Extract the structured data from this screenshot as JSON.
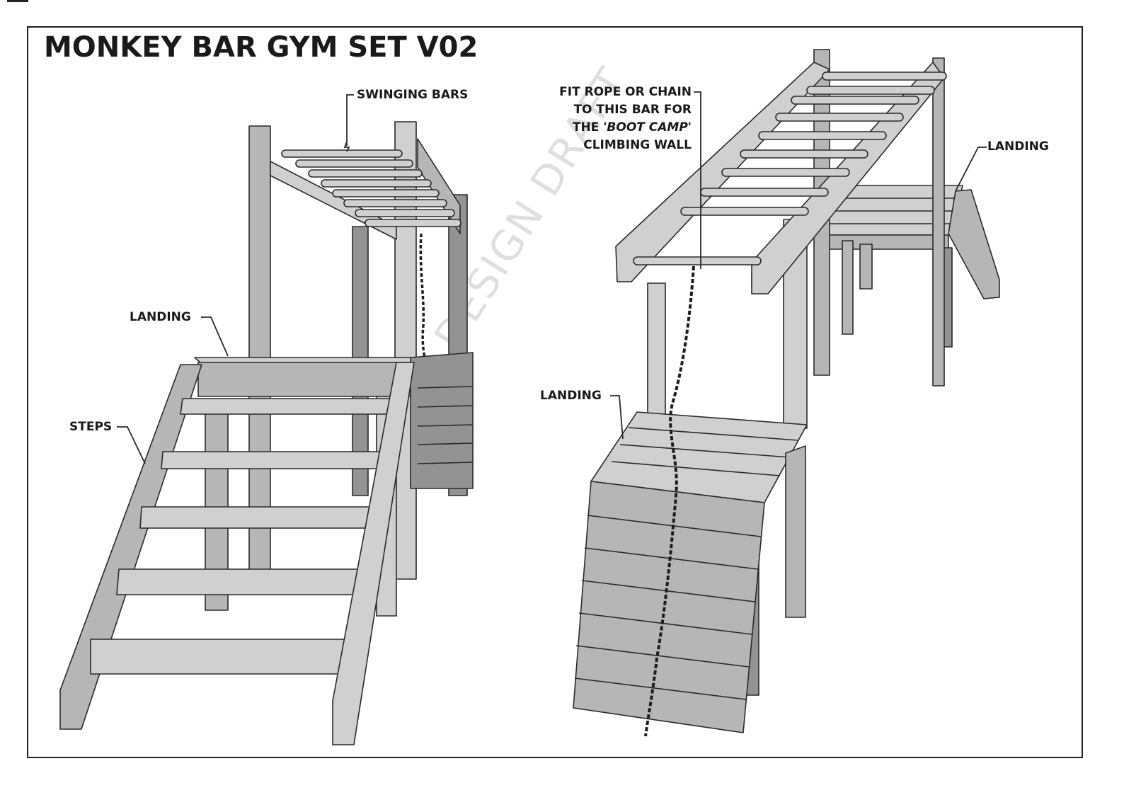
{
  "title": "MONKEY BAR GYM SET V02",
  "labels": {
    "swinging_bars": "SWINGING BARS",
    "landing_left": "LANDING",
    "steps": "STEPS",
    "rope_note": {
      "line1": "FIT ROPE OR CHAIN",
      "line2": "TO THIS BAR FOR",
      "line3_pre": "THE ",
      "line3_em": "'BOOT CAMP'",
      "line4": "CLIMBING WALL"
    },
    "landing_right_top": "LANDING",
    "landing_right_mid": "LANDING"
  },
  "watermark": "DESIGN DRAFT",
  "colors": {
    "timber_light": "#d0d0d0",
    "timber_mid": "#b4b4b4",
    "timber_dark": "#8e8e8e",
    "outline": "#2a2a2a",
    "chain": "#1e1e1e"
  }
}
